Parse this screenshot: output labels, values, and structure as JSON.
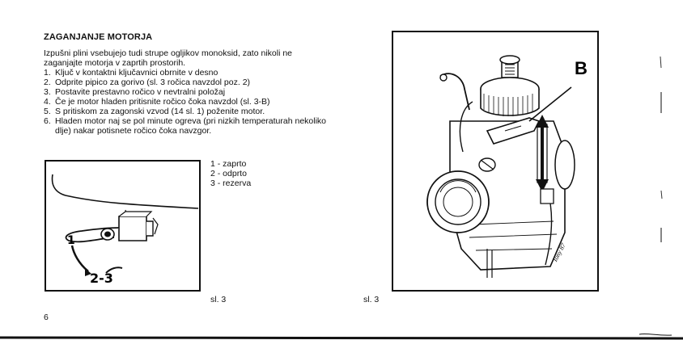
{
  "heading": "ZAGANJANJE MOTORJA",
  "intro": "Izpušni plini vsebujejo tudi strupe ogljikov monoksid, zato nikoli ne zaganjajte motorja v zaprtih prostorih.",
  "steps": [
    {
      "num": "1.",
      "text": "Ključ v kontaktni ključavnici obrnite v desno"
    },
    {
      "num": "2.",
      "text": "Odprite pipico za gorivo (sl. 3 ročica navzdol poz. 2)"
    },
    {
      "num": "3.",
      "text": "Postavite prestavno ročico v nevtralni položaj"
    },
    {
      "num": "4.",
      "text": "Če je motor hladen pritisnite ročico čoka navzdol (sl. 3-B)"
    },
    {
      "num": "5.",
      "text": "S pritiskom za zagonski vzvod (14 sl. 1) poženite motor."
    },
    {
      "num": "6.",
      "text": "Hladen motor naj se pol minute ogreva (pri nizkih temperaturah nekoliko dlje) nakar potisnete ročico čoka navzgor."
    }
  ],
  "legend": [
    "1 - zaprto",
    "2 - odprto",
    "3 - rezerva"
  ],
  "figure_left": {
    "labels": {
      "one": "1",
      "two_three": "2-3"
    }
  },
  "figure_right": {
    "label": "B",
    "signature": "Tony 87"
  },
  "captions": {
    "left": "sl. 3",
    "right": "sl. 3"
  },
  "page_number": "6"
}
